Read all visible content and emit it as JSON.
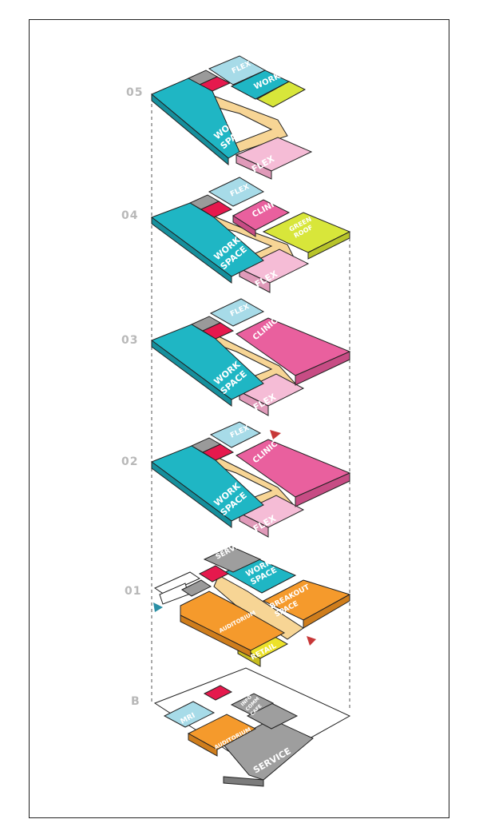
{
  "colors": {
    "work": "#1fb6c4",
    "flex": "#a7dbe8",
    "clinic": "#e9609e",
    "flex_pink": "#f5bcd6",
    "green_roof": "#d8e63a",
    "core_red": "#e5194d",
    "core_gray": "#9a9a9a",
    "circulation": "#f7d595",
    "orange": "#f59a2c",
    "retail": "#ede22a",
    "service": "#9e9e9e",
    "marker_red": "#c73838",
    "marker_teal": "#2a8fa5",
    "outline": "#222222"
  },
  "levels": {
    "l05": "05",
    "l04": "04",
    "l03": "03",
    "l02": "02",
    "l01": "01",
    "lb": "B"
  },
  "labels": {
    "flex": "FLEX",
    "work": "WORK",
    "work_space_1": "WORK",
    "work_space_2": "SPACE",
    "clinic": "CLINIC",
    "green_1": "GREEN",
    "green_2": "ROOF",
    "services": "SERVICES",
    "breakout_1": "BREAKOUT",
    "breakout_2": "SPACE",
    "auditorium": "AUDITORIUM",
    "retail": "RETAIL",
    "mri": "MRI",
    "service": "SERVICE",
    "info_1": "INFO",
    "info_2": "COMM",
    "info_3": "CAFE"
  }
}
